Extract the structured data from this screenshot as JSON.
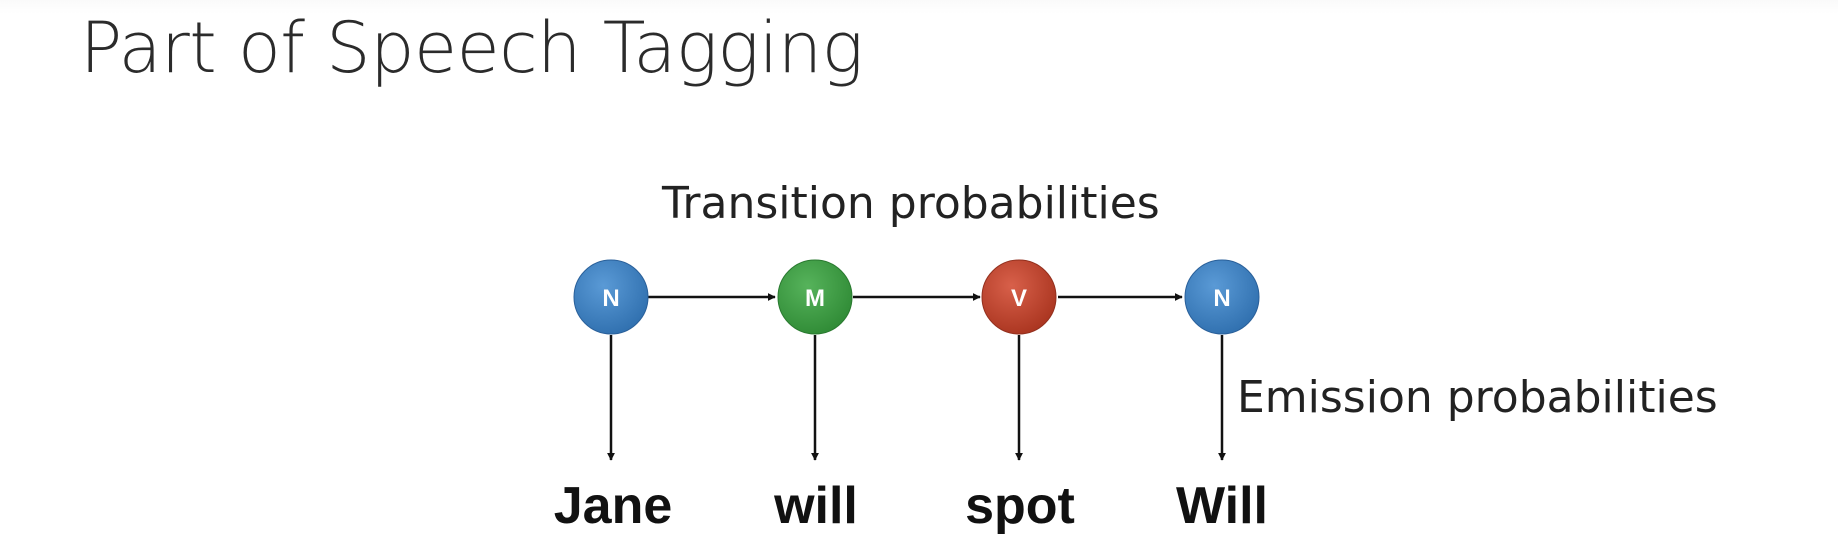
{
  "slide": {
    "title": "Part of Speech Tagging"
  },
  "diagram": {
    "transition_label": "Transition probabilities",
    "emission_label": "Emission probabilities",
    "nodes": [
      {
        "tag": "N",
        "word": "Jane",
        "color": "#3a80c3"
      },
      {
        "tag": "M",
        "word": "will",
        "color": "#3e9e44"
      },
      {
        "tag": "V",
        "word": "spot",
        "color": "#c0432e"
      },
      {
        "tag": "N",
        "word": "Will",
        "color": "#3a80c3"
      }
    ]
  }
}
